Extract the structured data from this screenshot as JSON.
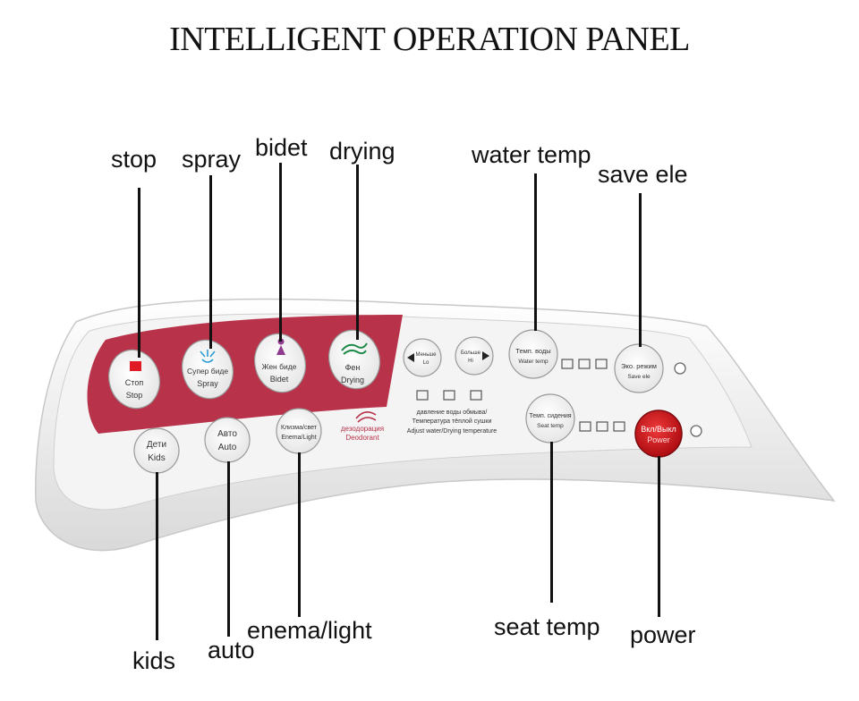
{
  "title": "INTELLIGENT OPERATION PANEL",
  "callouts": {
    "stop": "stop",
    "spray": "spray",
    "bidet": "bidet",
    "drying": "drying",
    "water_temp": "water temp",
    "save_ele": "save ele",
    "kids": "kids",
    "auto": "auto",
    "enema_light": "enema/light",
    "seat_temp": "seat temp",
    "power": "power"
  },
  "panel": {
    "stop": [
      "Стоп",
      "Stop"
    ],
    "spray": [
      "Супер биде",
      "Spray"
    ],
    "bidet": [
      "Жен биде",
      "Bidet"
    ],
    "drying": [
      "Фен",
      "Drying"
    ],
    "lo": [
      "Меньше",
      "Lo"
    ],
    "hi": [
      "Больше",
      "Hi"
    ],
    "water_temp": [
      "Темп. воды",
      "Water temp"
    ],
    "save_ele": [
      "Эко. режим",
      "Save ele"
    ],
    "kids": [
      "Дети",
      "Kids"
    ],
    "auto": [
      "Авто",
      "Auto"
    ],
    "enema_light": [
      "Клизма/свет",
      "Enema/Light"
    ],
    "deodorant": [
      "дезодорация",
      "Deodorant"
    ],
    "adjust": [
      "давление воды обмыва/",
      "Температура тёплой сушки",
      "Adjust water/Drying temperature"
    ],
    "seat_temp": [
      "Темп. сидения",
      "Seat temp"
    ],
    "power": [
      "Вкл/Выкл",
      "Power"
    ]
  },
  "colors": {
    "accent_band": "#b8324a",
    "stop_square": "#e01b24",
    "power_button": "#c8141c",
    "spray_icon": "#2a9bd6",
    "bidet_icon": "#8e3a8e",
    "drying_icon": "#1f8a4a"
  },
  "icons": {
    "stop": "stop-square-icon",
    "spray": "spray-icon",
    "bidet": "bidet-icon",
    "drying": "drying-icon",
    "lo": "arrow-left-icon",
    "hi": "arrow-right-icon",
    "deodorant": "deodorant-icon"
  }
}
